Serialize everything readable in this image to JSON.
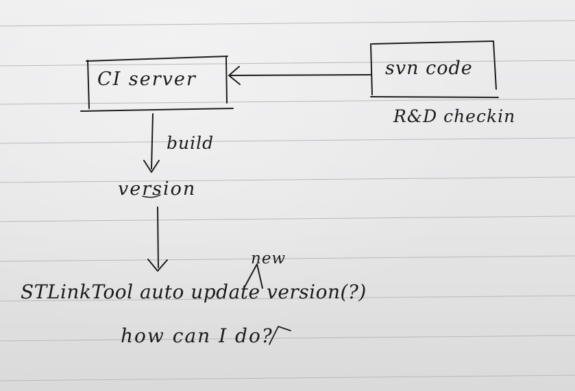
{
  "nodes": {
    "ci_server": "CI server",
    "svn_code": "svn code"
  },
  "edges": {
    "checkin": "R&D checkin",
    "build": "build"
  },
  "version": "version",
  "question": {
    "insert_note": "new",
    "line1": "STLinkTool auto update version(?)",
    "line2": "how can I do?"
  }
}
